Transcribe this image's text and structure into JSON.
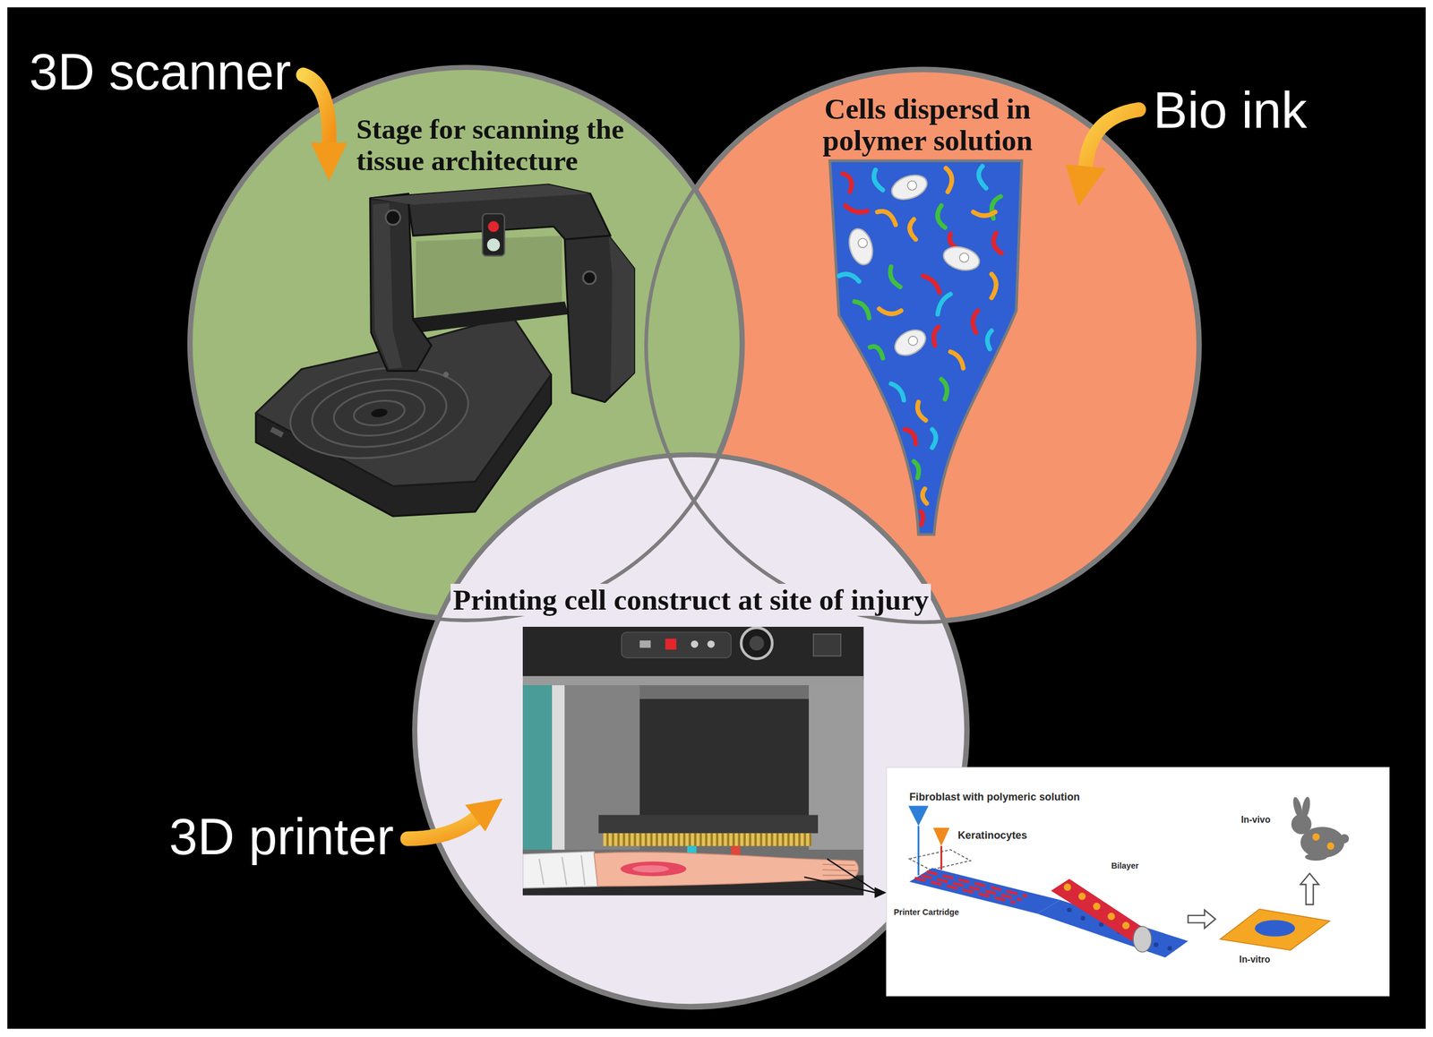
{
  "diagram": {
    "nodes": [
      {
        "text": [
          "3D scanner",
          "Stage for scanning the tissue architecture"
        ]
      },
      {
        "text": [
          "Bio ink",
          "Cells dispersd in polymer solution"
        ]
      },
      {
        "text": [
          "3D printer",
          "Printing cell construct at site of injury"
        ]
      }
    ],
    "labels": [
      "Fibroblast with polymeric solution",
      "Keratinocytes",
      "Bilayer",
      "Printer Cartridge",
      "In-vivo",
      "In-vitro"
    ]
  }
}
